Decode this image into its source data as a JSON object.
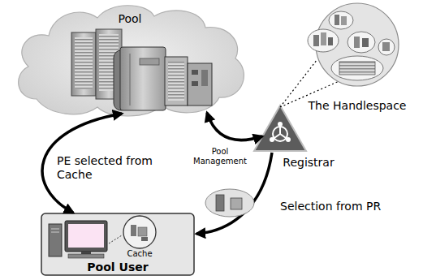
{
  "diagram": {
    "nodes": [
      {
        "text": [
          "Pool"
        ]
      },
      {
        "text": [
          "The Handlespace"
        ]
      },
      {
        "text": [
          "Registrar"
        ]
      },
      {
        "text": [
          "Pool User"
        ]
      },
      {
        "text": [
          "Cache"
        ],
        "in": 3
      }
    ],
    "edges": [
      {
        "from": 3,
        "to": 0,
        "arrow": "both",
        "label": "PE selected from Cache"
      },
      {
        "from": 0,
        "to": 2,
        "arrow": "both",
        "label": "Pool Management"
      },
      {
        "from": 2,
        "to": 3,
        "arrow": "to",
        "label": "Selection from PR"
      },
      {
        "from": 2,
        "to": 1,
        "arrow": "none"
      }
    ]
  }
}
